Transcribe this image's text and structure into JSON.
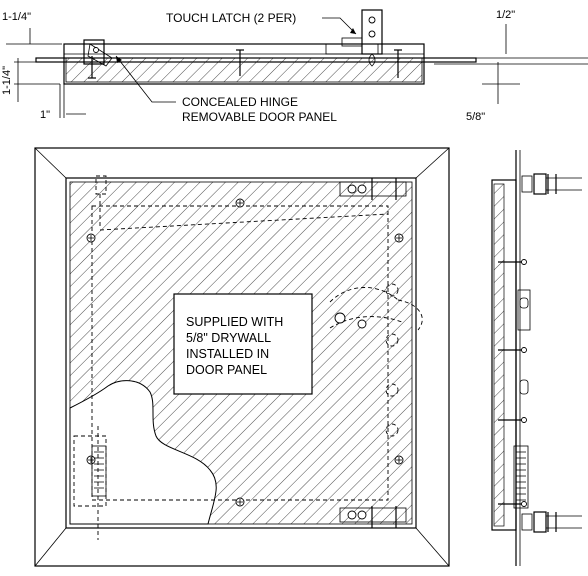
{
  "labels": {
    "touch_latch": "TOUCH LATCH (2 PER)",
    "concealed_hinge": "CONCEALED HINGE",
    "removable_panel": "REMOVABLE DOOR PANEL",
    "dim_top_left": "1-1/4\"",
    "dim_bottom_left": "1\"",
    "dim_top_right": "1/2\"",
    "dim_bottom_right": "5/8\""
  },
  "note": {
    "line1": "SUPPLIED WITH",
    "line2": "5/8\" DRYWALL",
    "line3": "INSTALLED IN",
    "line4": "DOOR PANEL"
  },
  "colors": {
    "ink": "#000000",
    "paper": "#ffffff"
  }
}
